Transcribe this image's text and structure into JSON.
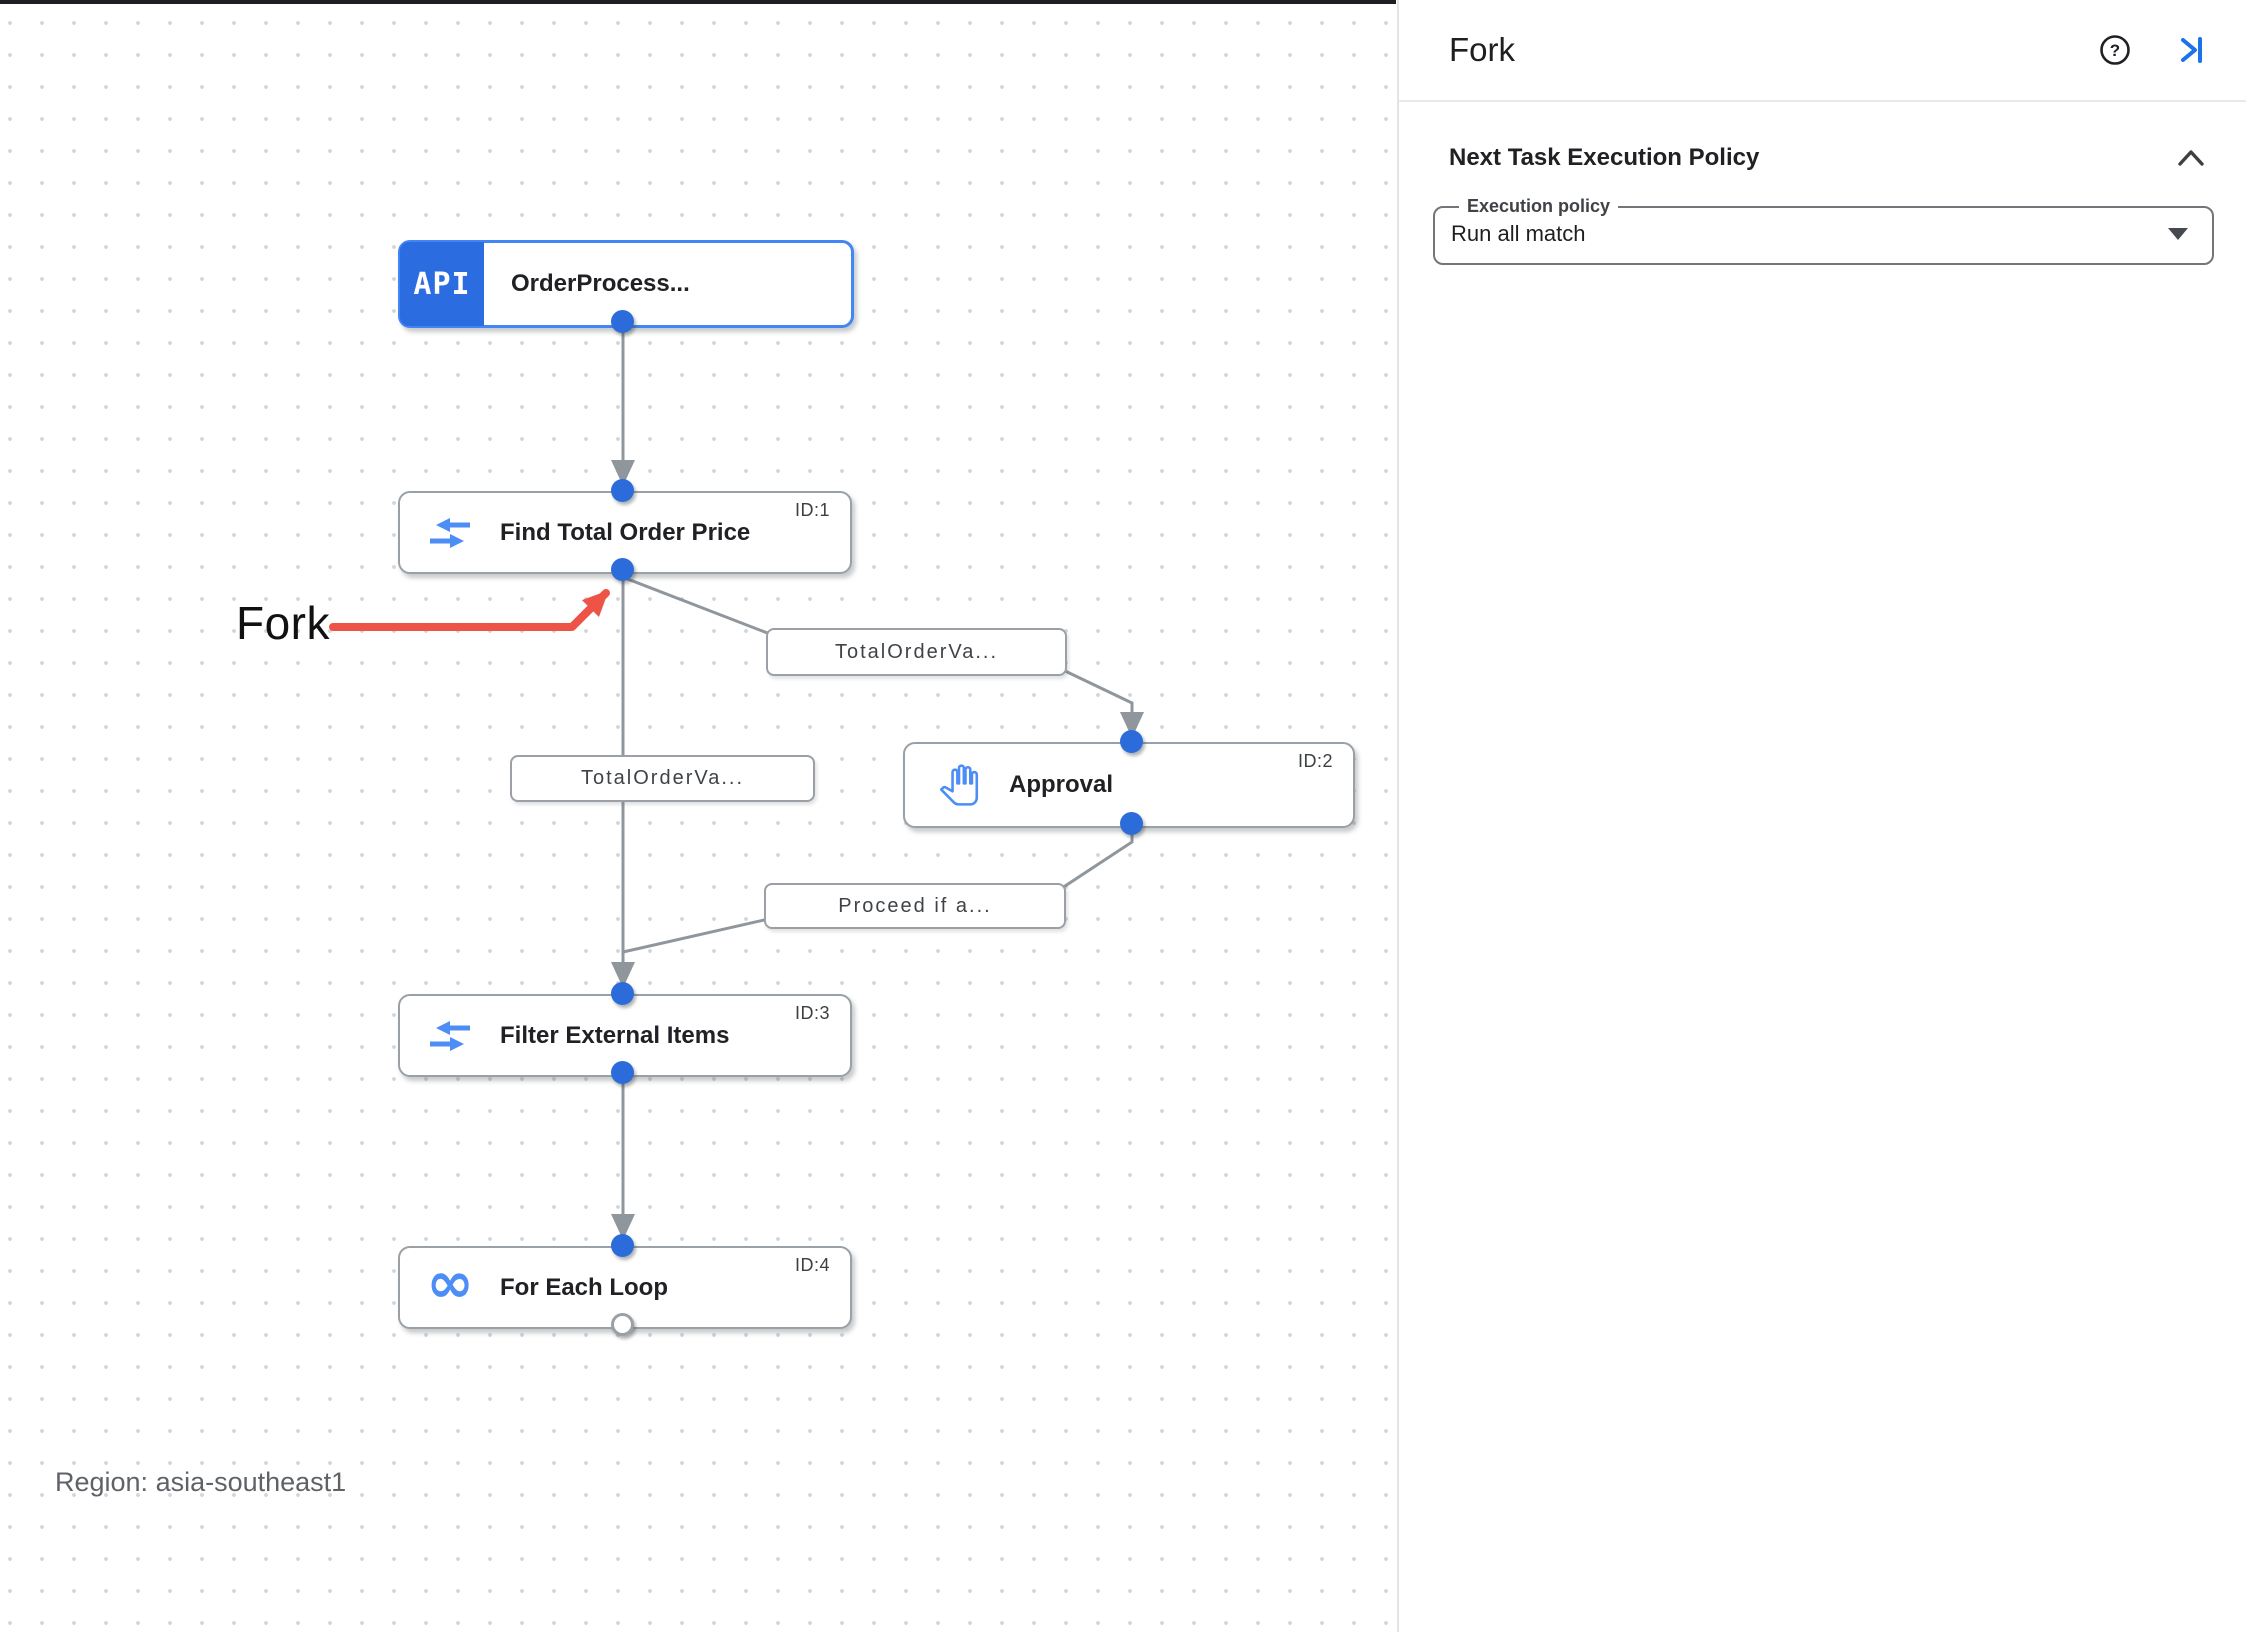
{
  "canvas": {
    "top_bar_color": "#1d1f22",
    "region_label": "Region: asia-southeast1",
    "annotation": {
      "label": "Fork",
      "arrow_color": "#ee5347"
    },
    "nodes": [
      {
        "key": "order-process",
        "title": "OrderProcess...",
        "id_label": "",
        "icon": "api-badge",
        "badge_text": "API"
      },
      {
        "key": "find-total-order-price",
        "title": "Find Total Order Price",
        "id_label": "ID:1",
        "icon": "data-mapping-icon"
      },
      {
        "key": "approval",
        "title": "Approval",
        "id_label": "ID:2",
        "icon": "hand-icon"
      },
      {
        "key": "filter-external-items",
        "title": "Filter External Items",
        "id_label": "ID:3",
        "icon": "data-mapping-icon"
      },
      {
        "key": "for-each-loop",
        "title": "For Each Loop",
        "id_label": "ID:4",
        "icon": "loop-icon"
      }
    ],
    "edge_labels": [
      "TotalOrderVa...",
      "TotalOrderVa...",
      "Proceed if a..."
    ]
  },
  "panel": {
    "title": "Fork",
    "icons": [
      "help-icon",
      "collapse-panel-icon"
    ],
    "section": {
      "title": "Next Task Execution Policy",
      "collapse_icon": "chevron-up-icon"
    },
    "field": {
      "label": "Execution policy",
      "value": "Run all match",
      "icon": "dropdown-caret-icon"
    }
  },
  "colors": {
    "node_border": "#99a0a6",
    "trigger_border": "#4285f4",
    "badge_blue": "#2b6de0",
    "icon_blue": "#4c8df6",
    "connection_dot": "#2c6cda",
    "edge_gray": "#8f969c",
    "panel_accent_blue": "#1a73e8",
    "annotation_red": "#ee5347",
    "text_primary": "#202124",
    "text_secondary": "#5f6368"
  }
}
